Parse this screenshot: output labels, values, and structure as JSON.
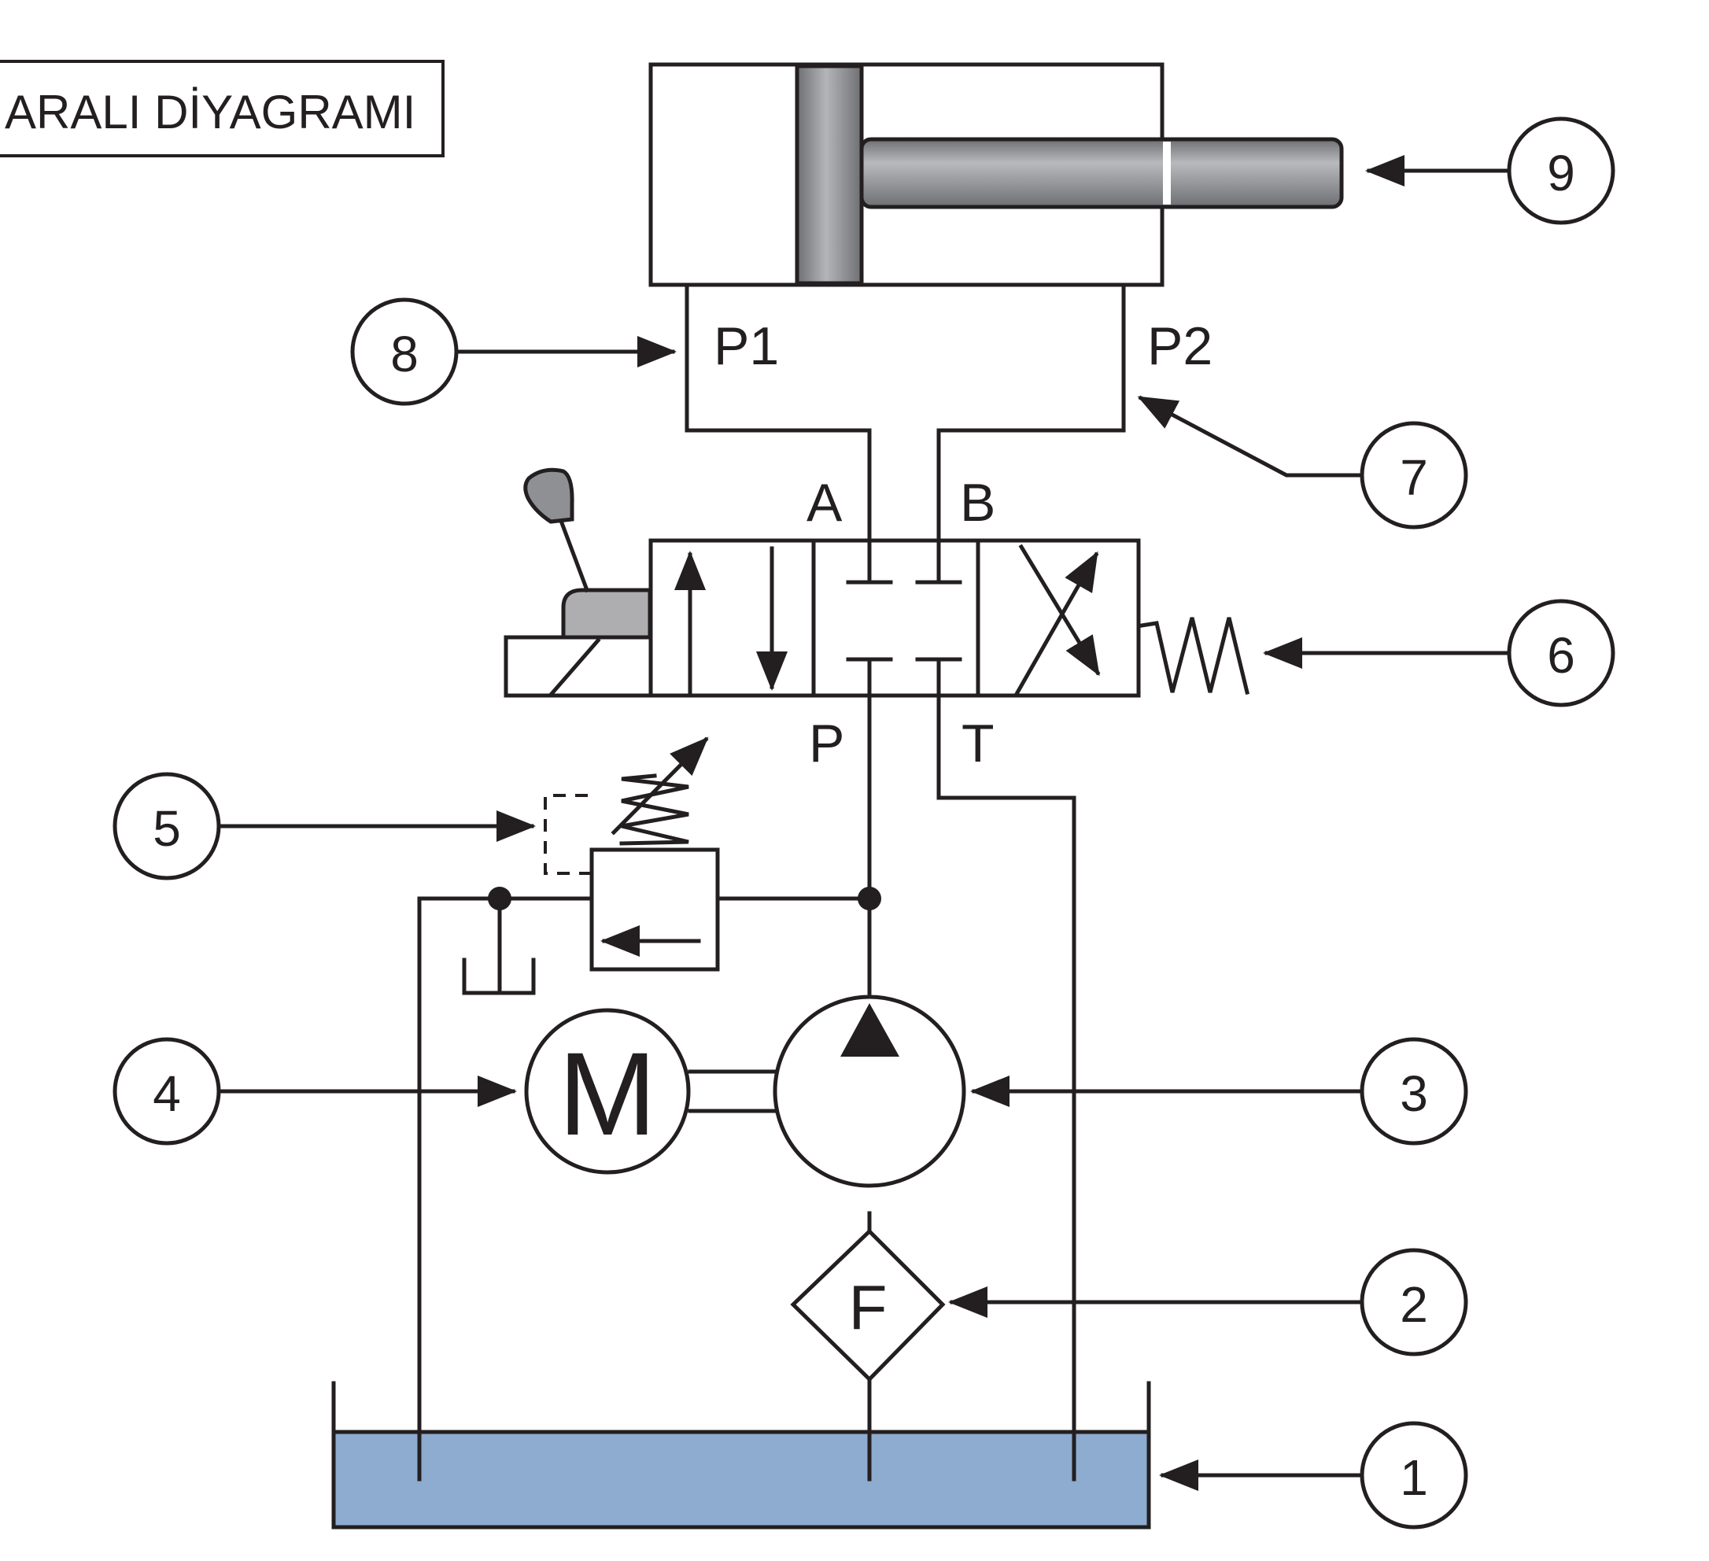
{
  "title": "ARALI DİYAGRAMI",
  "ports": {
    "P1": "P1",
    "P2": "P2",
    "A": "A",
    "B": "B",
    "P": "P",
    "T": "T"
  },
  "symbols": {
    "motor": "M",
    "filter": "F"
  },
  "callouts": [
    "1",
    "2",
    "3",
    "4",
    "5",
    "6",
    "7",
    "8",
    "9"
  ],
  "colors": {
    "line": "#231f20",
    "oil": "#8eabd0",
    "steel": "#8f9094",
    "handle": "#aeaeb0"
  }
}
